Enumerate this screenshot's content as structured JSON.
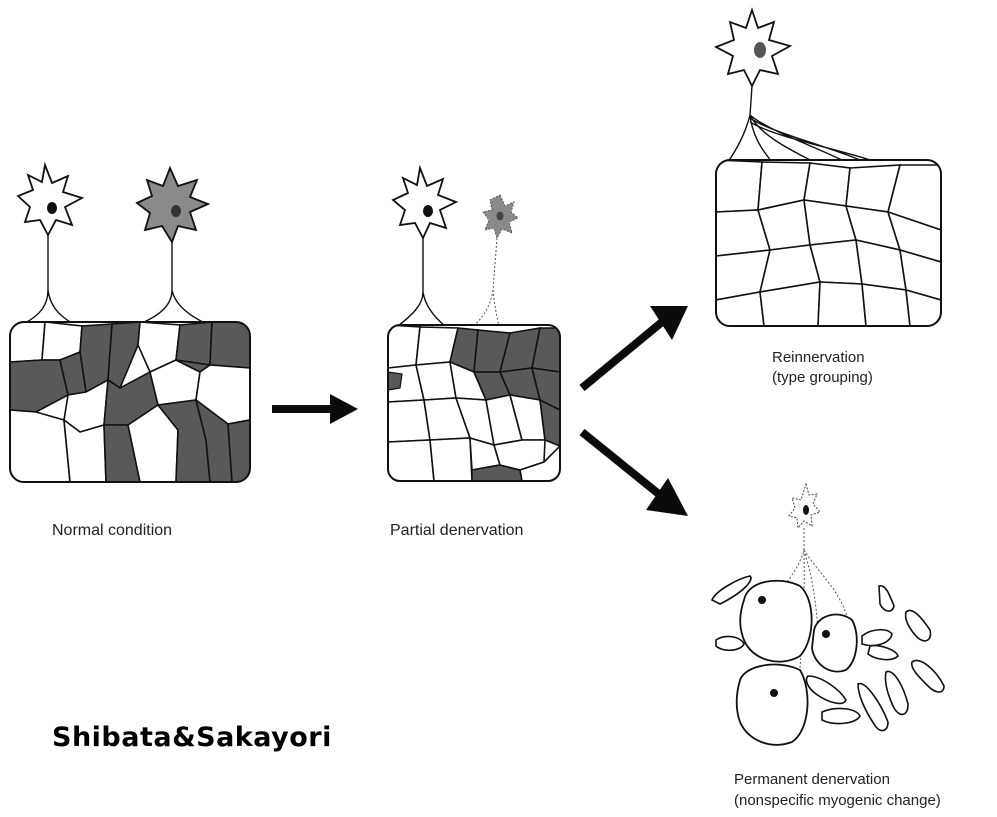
{
  "colors": {
    "affected_fiber": "#595959",
    "healthy_fiber": "#ffffff",
    "outline": "#111111",
    "neuron_affected": "#8a8a8a",
    "arrow": "#0b0b0b"
  },
  "stages": {
    "normal": {
      "label": "Normal condition"
    },
    "partial": {
      "label": "Partial denervation"
    },
    "reinnervation": {
      "label_line1": "Reinnervation",
      "label_line2": "(type grouping)"
    },
    "permanent": {
      "label_line1": "Permanent denervation",
      "label_line2": "(nonspecific myogenic change)"
    }
  },
  "credit": "Shibata&Sakayori"
}
